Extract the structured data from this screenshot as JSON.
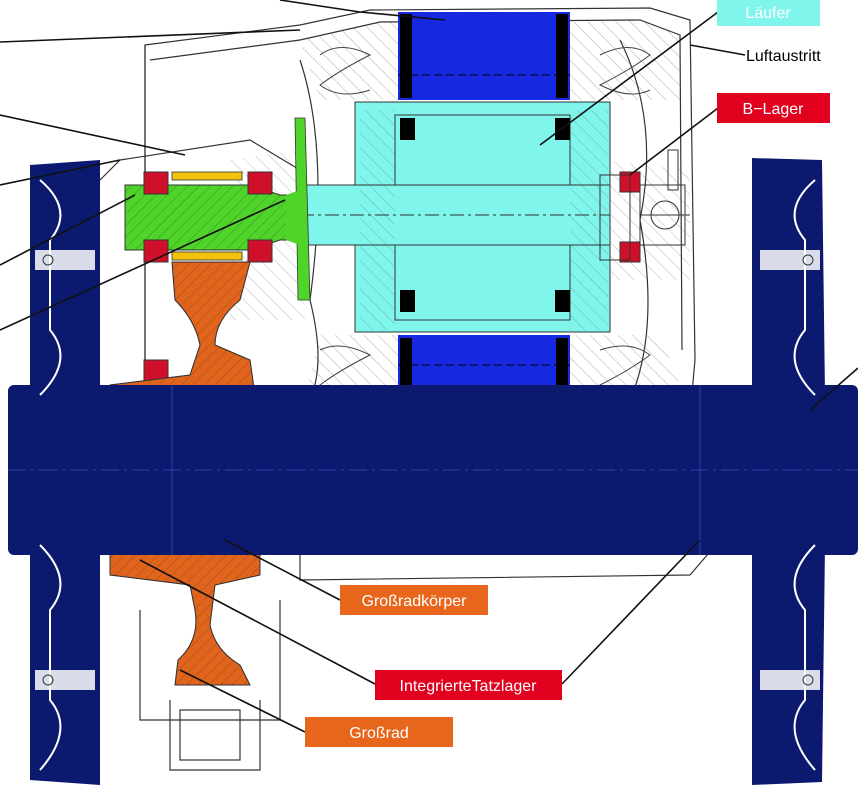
{
  "labels": {
    "laeufer": "Läufer",
    "luftaustritt": "Luftaustritt",
    "b_lager": "B−Lager",
    "grossradkoerper": "Großradkörper",
    "tatzlager": "IntegrierteTatzlager",
    "grossrad": "Großrad"
  },
  "colors": {
    "axle_navy": "#0b1a6e",
    "stator_blue": "#1628e0",
    "rotor_cyan": "#7ff5ec",
    "bearing_red": "#d0102a",
    "gear_orange": "#e0641c",
    "pinion_green": "#4fd42a",
    "shaft_yellow": "#f2c20c",
    "line": "#222222",
    "label_cyan_bg": "#7ff5ec",
    "label_red_bg": "#e1001e",
    "label_orange_bg": "#e8661c"
  }
}
